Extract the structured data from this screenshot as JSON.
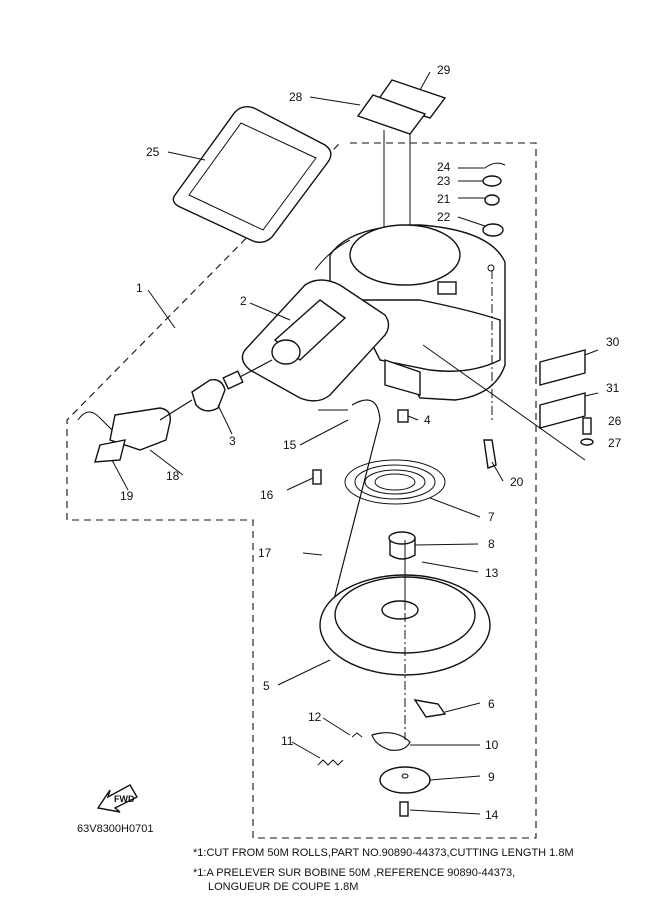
{
  "diagram": {
    "drawing_code": "63V8300H0701",
    "fwd_label": "FWD",
    "notes": {
      "line1": "*1:CUT FROM 50M ROLLS,PART NO.90890-44373,CUTTING LENGTH 1.8M",
      "line2": "*1:A PRELEVER SUR BOBINE 50M ,REFERENCE 90890-44373,",
      "line3": "LONGUEUR DE COUPE 1.8M"
    },
    "callouts": [
      "1",
      "2",
      "3",
      "4",
      "5",
      "6",
      "7",
      "8",
      "9",
      "10",
      "11",
      "12",
      "13",
      "14",
      "15",
      "16",
      "17",
      "18",
      "19",
      "20",
      "21",
      "22",
      "23",
      "24",
      "25",
      "26",
      "27",
      "28",
      "29",
      "30",
      "31"
    ]
  }
}
